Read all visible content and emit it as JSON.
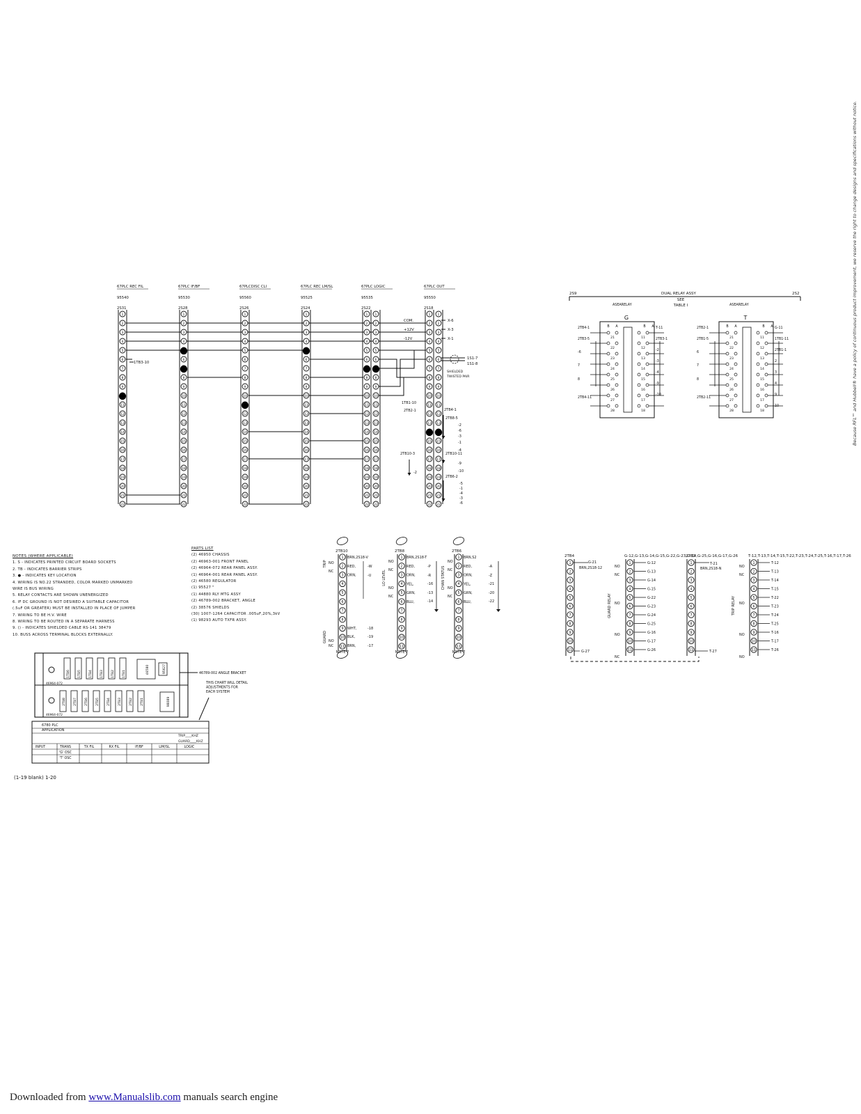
{
  "pcb_modules": [
    {
      "title": "67PLC REC FIL",
      "number": "95540",
      "socket": "2S31"
    },
    {
      "title": "67PLC IF/BF",
      "number": "95530",
      "socket": "2S28"
    },
    {
      "title": "67PLCDISC CLI",
      "number": "95560",
      "socket": "2S26"
    },
    {
      "title": "67PLC REC LM/SL",
      "number": "95525",
      "socket": "2S24"
    },
    {
      "title": "67PLC LOGIC",
      "number": "95535",
      "socket": "2S22"
    },
    {
      "title": "67PLC OUT",
      "number": "95550",
      "socket": "2S18"
    }
  ],
  "out_labels": {
    "com": "COM.",
    "p12": "+12V",
    "m12": "-12V",
    "x6": "X-6",
    "x3": "X-3",
    "x1": "X-1",
    "s1": "1S1-7",
    "s2": "1S1-8",
    "shielded1": "SHIELDED",
    "shielded2": "TWISTED PAIR",
    "itb3": "1TB3-10",
    "itb10": "1TB1-10",
    "tb2": "2TB2-1",
    "tb4": "2TB4-1",
    "tb8": "2TB8-5",
    "tb10": "2TB10-3",
    "tb10b": "2TB10-11",
    "tb6": "2TB6-2",
    "r1": [
      "-2",
      "-6",
      "-3"
    ],
    "r2": [
      "-1",
      "-4"
    ],
    "r3": [
      "-9",
      "-10"
    ],
    "r4": [
      "-5",
      "-1",
      "-4",
      "-3",
      "-6"
    ],
    "r5": [
      "-2"
    ]
  },
  "relay": {
    "left": "2S9",
    "title": "DUAL RELAY ASSY",
    "right": "2S2",
    "see": "SEE",
    "table": "TABLE I",
    "sub_left": "ASEARELAY",
    "sub_right": "ASEARELAY",
    "g": "G",
    "t": "T",
    "g_in": [
      "2TB4-1",
      "2TB3-5",
      "-6",
      "7",
      "8",
      "2TB4-11"
    ],
    "g_out": [
      "T-11",
      "2TB3-1",
      "-2",
      "-3",
      "-4",
      "-9",
      "-10"
    ],
    "t_in": [
      "2TB2-1",
      "2TB1-5",
      "6",
      "7",
      "8",
      "2TB2-11"
    ],
    "t_out": [
      "G-11",
      "1TB1-11",
      "2TB1-1",
      "2",
      "3",
      "4",
      "9",
      "10"
    ],
    "top": [
      "B",
      "A",
      "B",
      "A"
    ],
    "nums": [
      "21",
      "11",
      "22",
      "12",
      "23",
      "13",
      "24",
      "14",
      "25",
      "15",
      "26",
      "16",
      "27",
      "17",
      "28",
      "18"
    ]
  },
  "notes": {
    "header": "NOTES (WHERE APPLICABLE)",
    "lines": [
      "1. S - INDICATES PRINTED CIRCUIT BOARD SOCKETS",
      "2. TB - INDICATES BARRIER STRIPS",
      "3. ● - INDICATES KEY LOCATION",
      "4. WIRING IS NO.22 STRANDED, COLOR MARKED UNMARKED",
      "   WIRE IS BUS WIRING",
      "5. RELAY CONTACTS ARE SHOWN UNENERGIZED",
      "6. IF DC GROUND IS NOT DESIRED A SUITABLE CAPACITOR",
      "   (.5uF OR GREATER) MUST BE INSTALLED IN PLACE OF JUMPER",
      "7. WIRING TO BE H.V. WIRE",
      "8. WIRING TO BE ROUTED IN A SEPARATE HARNESS",
      "9. () - INDICATES SHIELDED CABLE  RS-141 38479",
      "10. BUSS ACROSS TERMINAL BLOCKS EXTERNALLY."
    ]
  },
  "parts": {
    "header": "PARTS LIST",
    "lines": [
      "(2) 46950   CHASSIS",
      "(2) 46963-001  FRONT PANEL",
      "(2) 46964-072  REAR PANEL ASSY.",
      "(1) 46964-001  REAR PANEL ASSY.",
      "",
      "(2) 46580     REGULATOR",
      "(1) 95527        \"",
      "(1) 44880  RLY MTG ASSY",
      "(2) 46789-002  BRACKET, ANGLE",
      "(2) 38576  SHIELDS",
      "(30) 1007-1264 CAPACITOR .005uF,20%,3kV",
      "(1) 98293  AUTO TXFR ASSY."
    ]
  },
  "strips": {
    "tb10": "2TB10",
    "tb8": "2TB8",
    "tb6": "2TB6",
    "trip": "TRIP",
    "guard": "GUARD",
    "lolevel": "LO LEVEL",
    "chan": "CHAN STATUS",
    "no": "NO",
    "nc": "NC",
    "note7": "NOTE 7",
    "tb10_w": [
      "BRN,2S18-V",
      "RED,",
      "ORN,",
      "WHT,",
      "BLK,",
      "BRN,"
    ],
    "tb10_r": [
      "-W",
      "-U",
      "-18",
      "-19",
      "-17"
    ],
    "tb8_w": [
      "BRN,2S18-T",
      "RED,",
      "ORN,",
      "YEL,",
      "GRN,",
      "BLU,"
    ],
    "tb8_r": [
      "-P",
      "-R",
      "-16",
      "-13",
      "-14"
    ],
    "tb6_w": [
      "BRN,S2",
      "RED,",
      "ORN,",
      "YEL,",
      "GRN,",
      "BLU,"
    ],
    "tb6_r": [
      "-A",
      "-Z",
      "-21",
      "-20",
      "-22"
    ]
  },
  "tbs": {
    "tb4": "2TB4",
    "tb3": [
      "G-12",
      "G-13",
      "G-14",
      "G-15",
      "G-22",
      "G-23",
      "G-24",
      "G-25",
      "G-16",
      "G-17",
      "G-26"
    ],
    "tb2": "2TB2",
    "tb1": [
      "T-12",
      "T-13",
      "T-14",
      "T-15",
      "T-22",
      "T-23",
      "T-24",
      "T-25",
      "T-16",
      "T-17",
      "T-26"
    ],
    "guard_relay": "GUARD RELAY",
    "trip_relay": "TRIP RELAY",
    "tb4_top": [
      "G-21",
      "BRN,2S18-12"
    ],
    "tb4_bot": "G-27",
    "tb2_top": [
      "T-21",
      "BRN,2S18-N"
    ],
    "tb2_bot": "T-27"
  },
  "chassis": {
    "top_strips": [
      "1TB6",
      "1TB5",
      "1TB4",
      "1TB3",
      "1TB2",
      "1TB1"
    ],
    "top_reg": "46580",
    "top_small": "95627",
    "top_part": "46964-072",
    "bot_strips": [
      "2TB8",
      "2TB7",
      "2TB6",
      "2TB5",
      "2TB4",
      "2TB3",
      "2TB2",
      "2TB1"
    ],
    "bot_reg": "98089",
    "bot_part": "46964-072",
    "bracket": "46789-002 ANGLE BRACKET",
    "chart": [
      "THIS CHART WILL DETAIL",
      "ADJUSTMENTS FOR",
      "EACH SYSTEM"
    ]
  },
  "table": {
    "title": "6780 PLC",
    "app": "APPLICATION",
    "trip": "TRIP____KHZ",
    "guard": "GUARD____KHZ",
    "headers": [
      "INPUT",
      "TRANS",
      "TX FIL",
      "RX FIL",
      "IF/BF",
      "LIM/SL",
      "LOGIC"
    ],
    "rows": [
      "'G' OSC",
      "'T' OSC"
    ]
  },
  "page_number": "(1-19 blank)  1-20",
  "footer": {
    "prefix": "Downloaded from ",
    "link": "www.Manualslib.com",
    "suffix": " manuals search engine"
  },
  "sidenote": "Because RFL™ and Hubbell® have a policy of continuous product improvement, we reserve the right to change designs and specifications without notice."
}
